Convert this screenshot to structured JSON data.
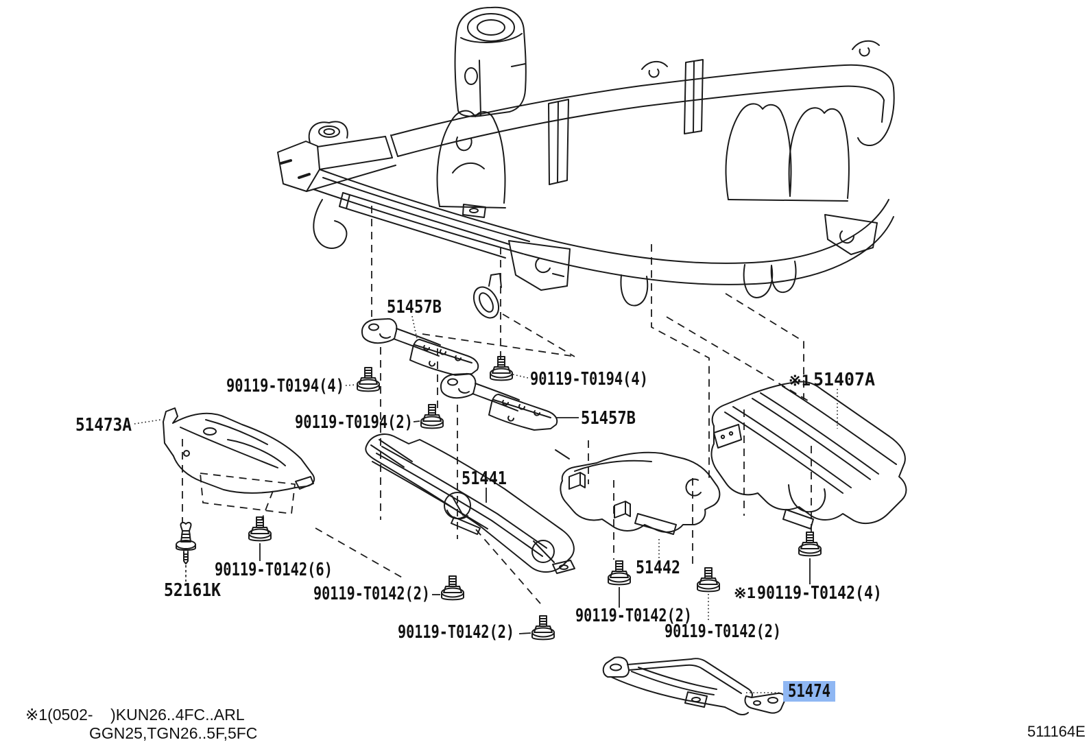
{
  "page": {
    "background": "#ffffff",
    "line_color": "#1a1a1a"
  },
  "selected_part": {
    "number": "51474",
    "highlight_color": "#8fb7f3",
    "text_color": "#173568"
  },
  "callouts": {
    "brace_upper": {
      "text": "51457B"
    },
    "bolt_t0194_4_left": {
      "text": "90119-T0194(4)"
    },
    "bolt_t0194_2": {
      "text": "90119-T0194(2)"
    },
    "bolt_t0194_4_right": {
      "text": "90119-T0194(4)"
    },
    "brace_lower": {
      "text": "51457B"
    },
    "cover_51407a": {
      "prefix": "※1",
      "text": "51407A"
    },
    "cover_51473a": {
      "text": "51473A"
    },
    "cover_51441": {
      "text": "51441"
    },
    "bolt_t0142_6": {
      "text": "90119-T0142(6)"
    },
    "clip_52161k": {
      "text": "52161K"
    },
    "bolt_t0142_2a": {
      "text": "90119-T0142(2)"
    },
    "bolt_t0142_2b": {
      "text": "90119-T0142(2)"
    },
    "cover_51442": {
      "text": "51442"
    },
    "bolt_t0142_2c": {
      "text": "90119-T0142(2)"
    },
    "bolt_t0142_2d": {
      "text": "90119-T0142(2)"
    },
    "bolt_t0142_4": {
      "prefix": "※1",
      "text": "90119-T0142(4)"
    }
  },
  "footnote": {
    "line1": "※1(0502-    )KUN26..4FC..ARL",
    "line2": "GGN25,TGN26..5F,5FC"
  },
  "drawing_code": "511164E"
}
